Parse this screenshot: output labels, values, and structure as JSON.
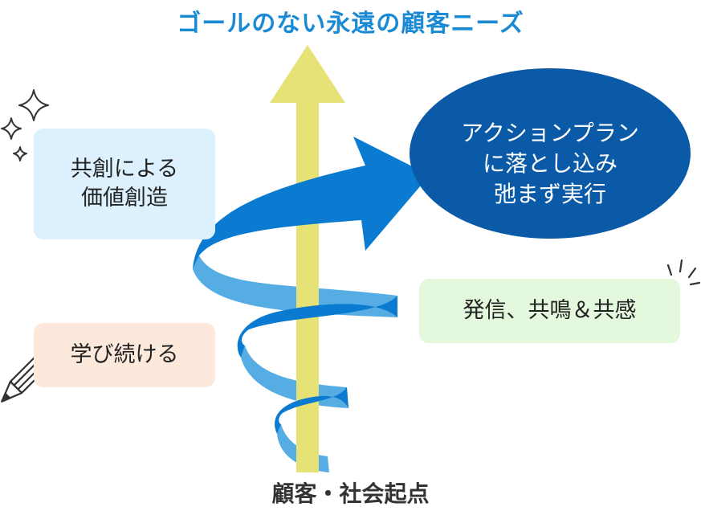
{
  "title": "ゴールのない永遠の顧客ニーズ",
  "bottom_label": "顧客・社会起点",
  "boxes": {
    "co_creation": "共創による\n価値創造",
    "keep_learning": "学び続ける",
    "share_empathy": "発信、共鳴＆共感"
  },
  "ellipse": {
    "text": "アクションプラン\nに落とし込み\n弛まず実行"
  },
  "icons": [
    "sparkle-icon",
    "pencil-icon",
    "emphasis-lines-icon"
  ],
  "colors": {
    "title": "#1a8ad4",
    "spiral_front": "#0a7bd0",
    "spiral_back": "#56ade3",
    "vertical_arrow": "#e6e275",
    "ellipse": "#0b5aa8"
  }
}
